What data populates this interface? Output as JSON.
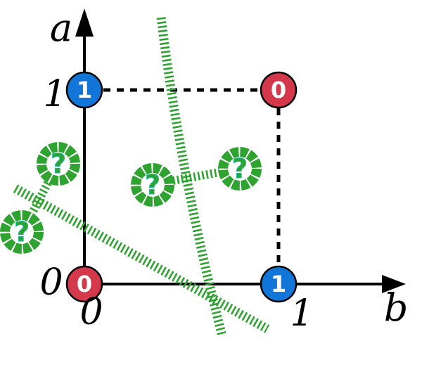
{
  "colors": {
    "blue": "#1276D9",
    "red": "#D4394B",
    "green": "#2EA330",
    "teal": "#17B8A6",
    "black": "#000000",
    "white": "#FFFFFF"
  },
  "axes": {
    "x_label": "b",
    "y_label": "a",
    "x_ticks": [
      "0",
      "1"
    ],
    "y_ticks": [
      "0",
      "1"
    ]
  },
  "points": [
    {
      "id": "b0-a1",
      "b": 0,
      "a": 1,
      "label": "1",
      "color": "#1276D9"
    },
    {
      "id": "b1-a1",
      "b": 1,
      "a": 1,
      "label": "0",
      "color": "#D4394B"
    },
    {
      "id": "b0-a0",
      "b": 0,
      "a": 0,
      "label": "0",
      "color": "#D4394B"
    },
    {
      "id": "b1-a0",
      "b": 1,
      "a": 0,
      "label": "1",
      "color": "#1276D9"
    }
  ],
  "unknown_points": [
    {
      "id": "q-upper-left",
      "label": "?"
    },
    {
      "id": "q-lower-left",
      "label": "?"
    },
    {
      "id": "q-center-left",
      "label": "?"
    },
    {
      "id": "q-center-right",
      "label": "?"
    }
  ]
}
